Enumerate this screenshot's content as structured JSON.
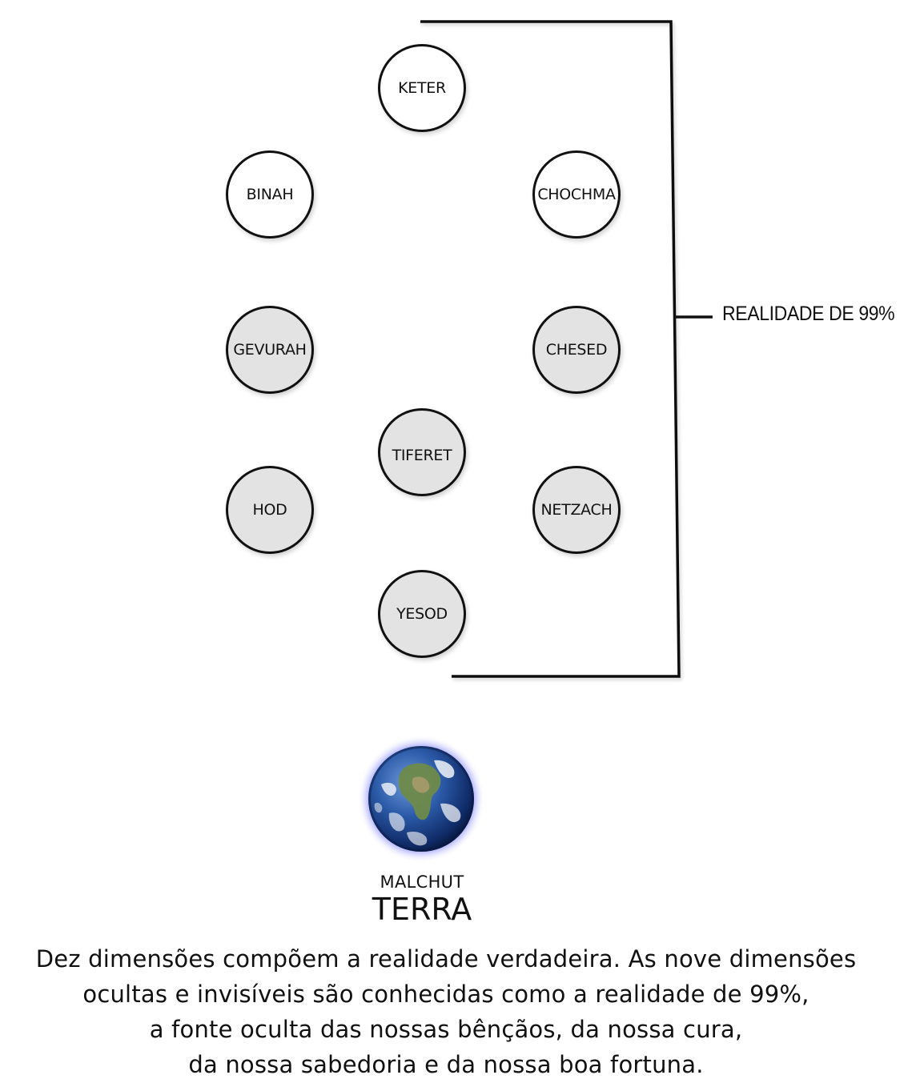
{
  "nodes": [
    {
      "id": "keter",
      "label": "KETER",
      "style": "light"
    },
    {
      "id": "binah",
      "label": "BINAH",
      "style": "light"
    },
    {
      "id": "chochma",
      "label": "CHOCHMA",
      "style": "light"
    },
    {
      "id": "gevurah",
      "label": "GEVURAH",
      "style": "shaded"
    },
    {
      "id": "chesed",
      "label": "CHESED",
      "style": "shaded"
    },
    {
      "id": "tiferet",
      "label": "TIFERET",
      "style": "shaded"
    },
    {
      "id": "hod",
      "label": "HOD",
      "style": "shaded"
    },
    {
      "id": "netzach",
      "label": "NETZACH",
      "style": "shaded"
    },
    {
      "id": "yesod",
      "label": "YESOD",
      "style": "shaded"
    }
  ],
  "bracket": {
    "label": "REALIDADE DE 99%"
  },
  "earth": {
    "icon": "earth-globe-icon",
    "name": "MALCHUT",
    "subtitle": "TERRA"
  },
  "caption": {
    "lines": [
      "Dez dimensões compõem a realidade verdadeira. As nove dimensões",
      "ocultas e invisíveis são conhecidas como a realidade de 99%,",
      "a fonte oculta das nossas bênçãos, da nossa cura,",
      "da nossa sabedoria e da nossa boa fortuna."
    ]
  },
  "colors": {
    "line": "#111111",
    "light_fill": "#ffffff",
    "shaded_fill": "#e3e3e3",
    "earth_glow": "#5a5cff"
  }
}
